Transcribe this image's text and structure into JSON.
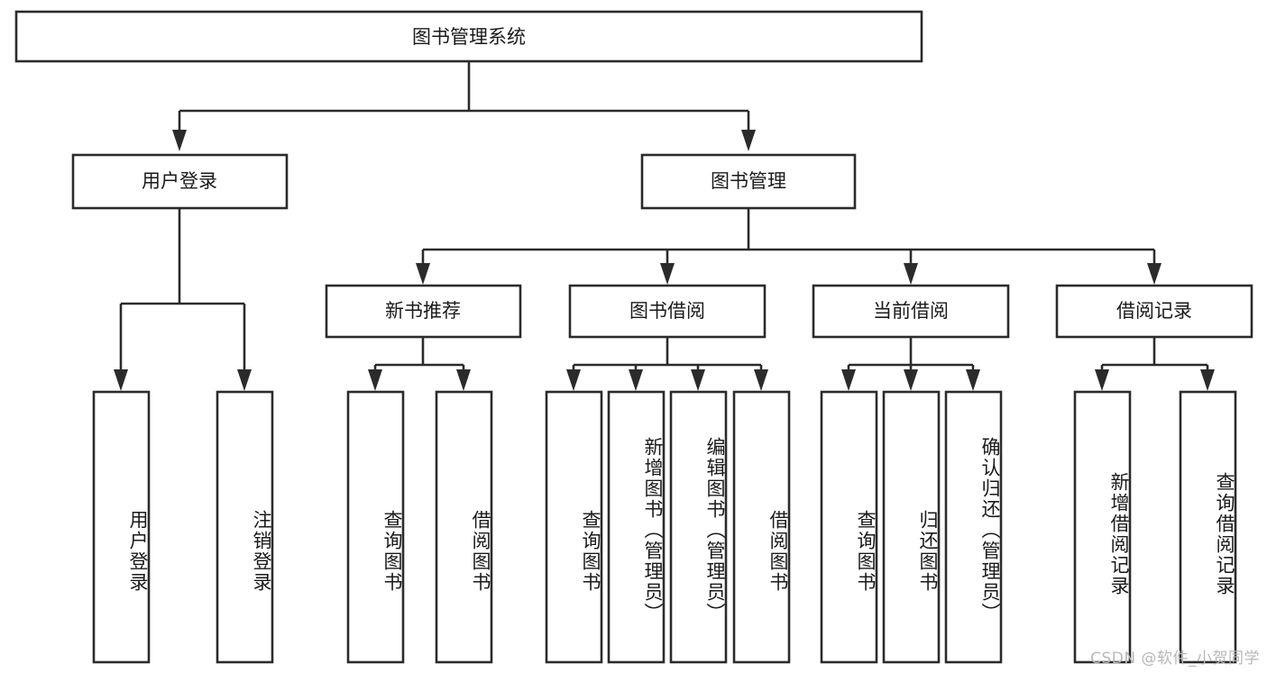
{
  "diagram": {
    "title": "图书管理系统",
    "type": "hierarchy-tree",
    "colors": {
      "background": "#ffffff",
      "box_stroke": "#2b2b2b",
      "box_fill": "#ffffff",
      "text": "#1a1a1a",
      "watermark": "#b8b8b8"
    },
    "root": {
      "label": "图书管理系统"
    },
    "level2": [
      {
        "label": "用户登录"
      },
      {
        "label": "图书管理"
      }
    ],
    "level3": [
      {
        "label": "新书推荐"
      },
      {
        "label": "图书借阅"
      },
      {
        "label": "当前借阅"
      },
      {
        "label": "借阅记录"
      }
    ],
    "leaves": {
      "user_login": [
        {
          "label": "用户登录"
        },
        {
          "label": "注销登录"
        }
      ],
      "new_book_recommend": [
        {
          "label": "查询图书"
        },
        {
          "label": "借阅图书"
        }
      ],
      "book_borrow": [
        {
          "label": "查询图书"
        },
        {
          "label": "新增图书（管理员）"
        },
        {
          "label": "编辑图书（管理员）"
        },
        {
          "label": "借阅图书"
        }
      ],
      "current_borrow": [
        {
          "label": "查询图书"
        },
        {
          "label": "归还图书"
        },
        {
          "label": "确认归还（管理员）"
        }
      ],
      "borrow_record": [
        {
          "label": "新增借阅记录"
        },
        {
          "label": "查询借阅记录"
        }
      ]
    }
  },
  "watermark": {
    "text": "CSDN @软件_小贺同学"
  }
}
